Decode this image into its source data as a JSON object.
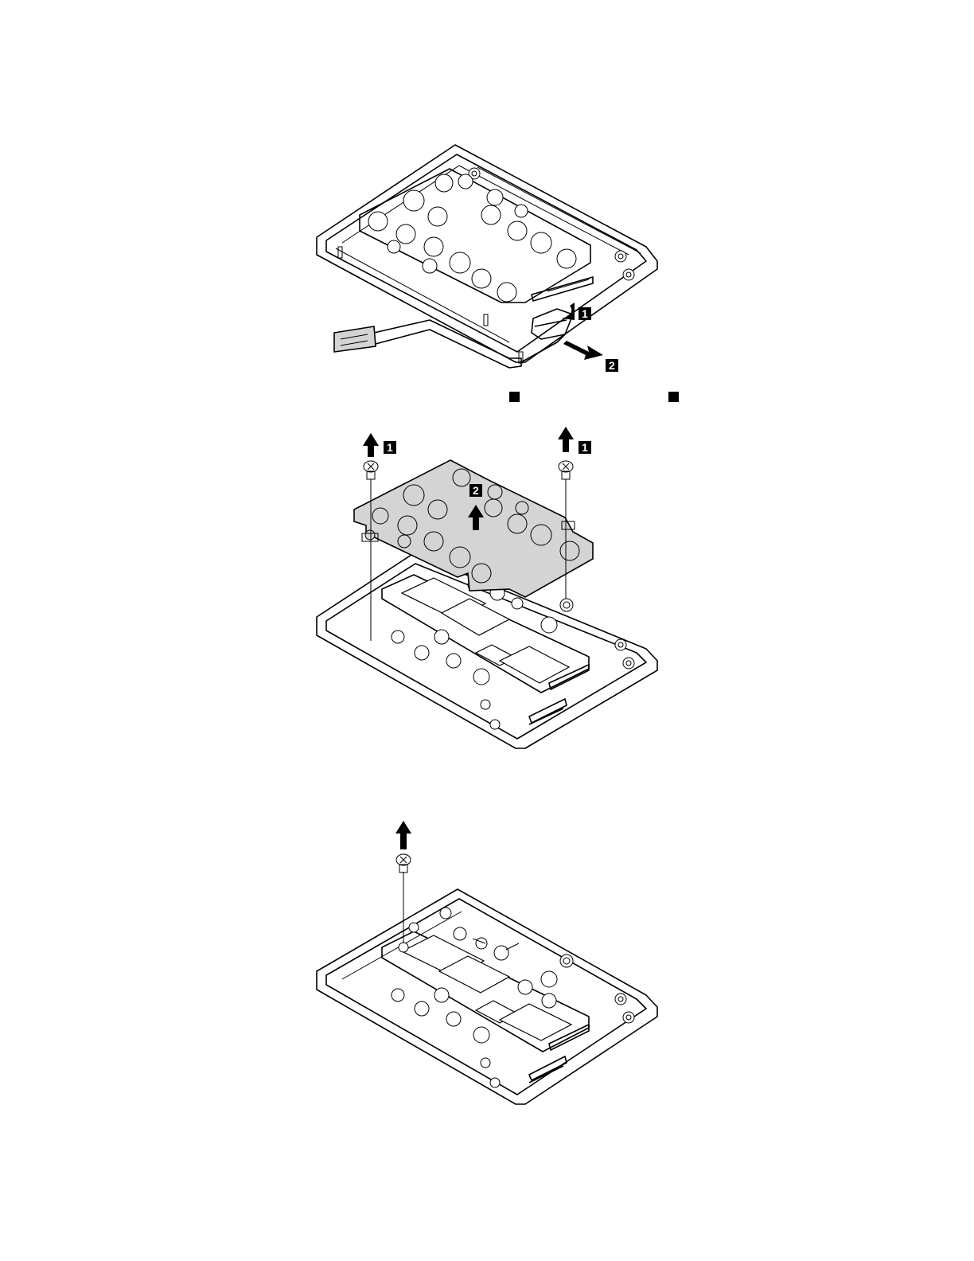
{
  "figures": [
    {
      "callouts": [
        "1",
        "2"
      ]
    },
    {
      "callouts": [
        "1",
        "1",
        "2"
      ]
    },
    {
      "callouts": []
    }
  ]
}
